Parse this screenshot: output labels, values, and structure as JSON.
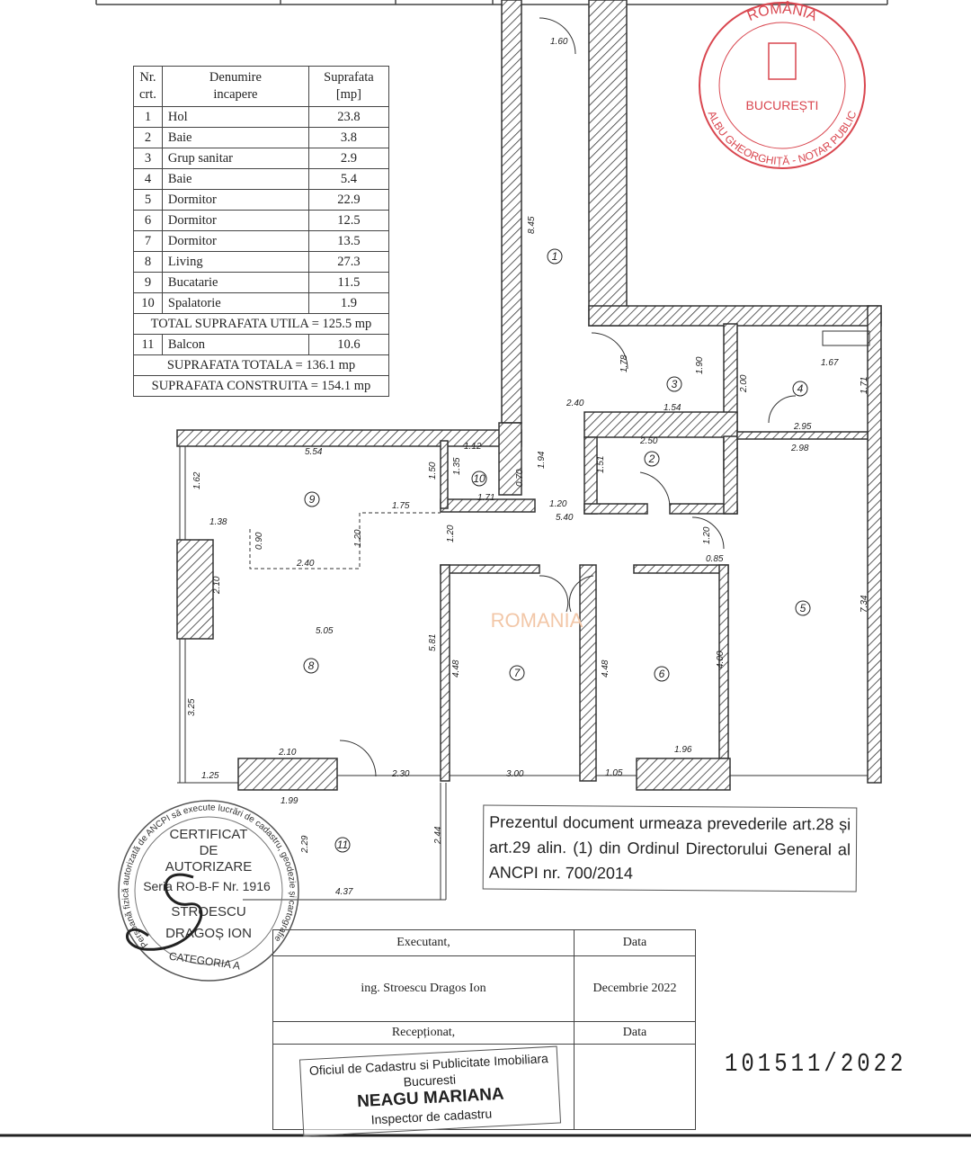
{
  "room_table": {
    "headers": {
      "nr": "Nr.",
      "nr2": "crt.",
      "name": "Denumire",
      "name2": "incapere",
      "area": "Suprafata",
      "area2": "[mp]"
    },
    "rows": [
      {
        "nr": "1",
        "name": "Hol",
        "area": "23.8"
      },
      {
        "nr": "2",
        "name": "Baie",
        "area": "3.8"
      },
      {
        "nr": "3",
        "name": "Grup sanitar",
        "area": "2.9"
      },
      {
        "nr": "4",
        "name": "Baie",
        "area": "5.4"
      },
      {
        "nr": "5",
        "name": "Dormitor",
        "area": "22.9"
      },
      {
        "nr": "6",
        "name": "Dormitor",
        "area": "12.5"
      },
      {
        "nr": "7",
        "name": "Dormitor",
        "area": "13.5"
      },
      {
        "nr": "8",
        "name": "Living",
        "area": "27.3"
      },
      {
        "nr": "9",
        "name": "Bucatarie",
        "area": "11.5"
      },
      {
        "nr": "10",
        "name": "Spalatorie",
        "area": "1.9"
      }
    ],
    "total_util": "TOTAL SUPRAFATA UTILA = 125.5 mp",
    "balcon": {
      "nr": "11",
      "name": "Balcon",
      "area": "10.6"
    },
    "total": "SUPRAFATA TOTALA = 136.1 mp",
    "construita": "SUPRAFATA CONSTRUITA = 154.1 mp"
  },
  "plan": {
    "room_numbers": [
      "1",
      "2",
      "3",
      "4",
      "5",
      "6",
      "7",
      "8",
      "9",
      "10",
      "11"
    ],
    "dimensions": [
      "1.60",
      "8.45",
      "2.40",
      "1.78",
      "1.90",
      "1.54",
      "2.00",
      "1.67",
      "1.71",
      "2.95",
      "2.98",
      "2.50",
      "1.51",
      "1.12",
      "1.35",
      "1.71",
      "0.70",
      "1.94",
      "1.20",
      "5.40",
      "1.20",
      "0.85",
      "5.54",
      "1.62",
      "1.50",
      "1.75",
      "1.38",
      "0.90",
      "2.40",
      "1.20",
      "1.20",
      "2.10",
      "5.05",
      "5.81",
      "4.48",
      "4.48",
      "4.00",
      "7.34",
      "3.25",
      "2.10",
      "1.96",
      "1.25",
      "2.30",
      "3.00",
      "1.05",
      "1.99",
      "2.29",
      "2.44",
      "4.37"
    ],
    "watermark": "ROMANIA"
  },
  "notary_stamp": {
    "country": "ROMÂNIA",
    "name": "ALBU GHEORGHIȚĂ - NOTAR PUBLIC",
    "city": "BUCUREȘTI",
    "color": "#d9464f"
  },
  "cert_stamp": {
    "ring": "Persoană fizică autorizată de ANCPI să execute lucrări de cadastru, geodezie și cartografie",
    "line1": "CERTIFICAT",
    "line2": "DE",
    "line3": "AUTORIZARE",
    "line4": "Seria RO-B-F Nr. 1916",
    "line5": "STROESCU",
    "line6": "DRAGOȘ ION",
    "category": "CATEGORIA A"
  },
  "notice": "Prezentul document urmeaza prevederile art.28 și art.29 alin. (1) din Ordinul Directorului General al ANCPI nr. 700/2014",
  "signature_table": {
    "executant_label": "Executant,",
    "data_label": "Data",
    "executant_name": "ing. Stroescu Dragos Ion",
    "executant_date": "Decembrie 2022",
    "receptionat_label": "Recepționat,",
    "data_label2": "Data"
  },
  "ocpi_stamp": {
    "line1": "Oficiul de Cadastru si Publicitate Imobiliara",
    "line2": "Bucuresti",
    "line3": "NEAGU MARIANA",
    "line4": "Inspector de cadastru"
  },
  "registration_number": "101511/2022"
}
